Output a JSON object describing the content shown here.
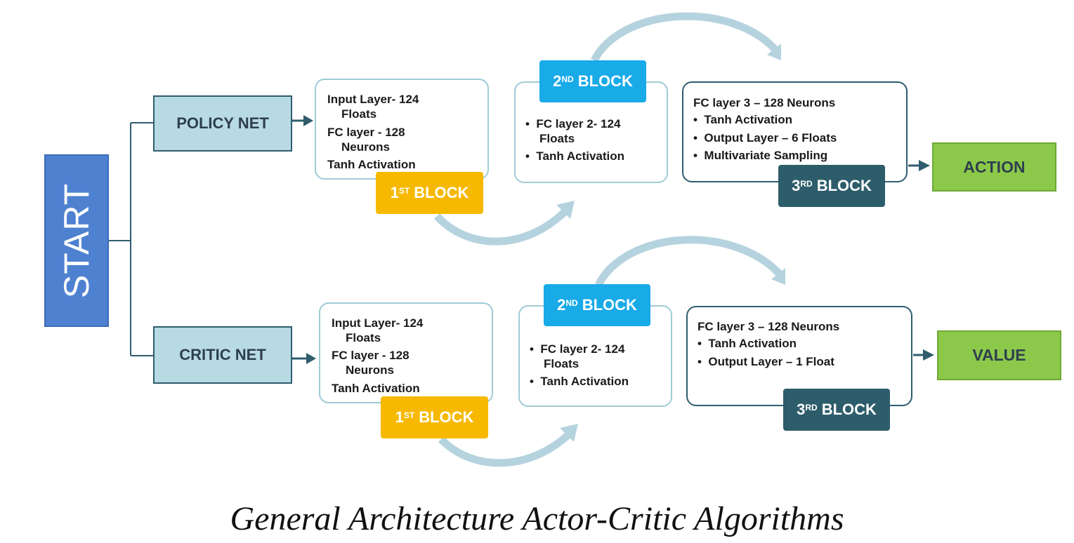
{
  "start": {
    "label": "START"
  },
  "policy": {
    "net_label": "POLICY NET",
    "block1": {
      "lines": [
        "Input Layer- 124",
        "Floats",
        "FC layer  - 128",
        "Neurons",
        "Tanh Activation"
      ],
      "tag_num": "1",
      "tag_sup": "ST",
      "tag_text": "BLOCK"
    },
    "block2": {
      "tag_num": "2",
      "tag_sup": "ND",
      "tag_text": "BLOCK",
      "bullet1a": "FC layer 2- 124",
      "bullet1b": "Floats",
      "bullet2": "Tanh Activation"
    },
    "block3": {
      "header": "FC layer 3 – 128 Neurons",
      "bullets": [
        "Tanh Activation",
        "Output Layer – 6 Floats",
        "Multivariate Sampling"
      ],
      "tag_num": "3",
      "tag_sup": "RD",
      "tag_text": "BLOCK"
    },
    "output": "ACTION"
  },
  "critic": {
    "net_label": "CRITIC NET",
    "block1": {
      "lines": [
        "Input Layer- 124",
        "Floats",
        "FC layer  - 128",
        "Neurons",
        "Tanh Activation"
      ],
      "tag_num": "1",
      "tag_sup": "ST",
      "tag_text": "BLOCK"
    },
    "block2": {
      "tag_num": "2",
      "tag_sup": "ND",
      "tag_text": "BLOCK",
      "bullet1a": "FC layer 2- 124",
      "bullet1b": "Floats",
      "bullet2": "Tanh Activation"
    },
    "block3": {
      "header": "FC layer 3 – 128 Neurons",
      "bullets": [
        "Tanh Activation",
        "Output Layer – 1 Float"
      ],
      "tag_num": "3",
      "tag_sup": "RD",
      "tag_text": "BLOCK"
    },
    "output": "VALUE"
  },
  "caption": "General Architecture Actor-Critic Algorithms",
  "colors": {
    "start": "#4f81d1",
    "net": "#b8dbe3",
    "block1_tag": "#f6b900",
    "block2_tag": "#19aae8",
    "block3_tag": "#2d5d6b",
    "output": "#8cc94b",
    "curve_arrow": "#b5d3de",
    "connector": "#2f5d6e"
  }
}
